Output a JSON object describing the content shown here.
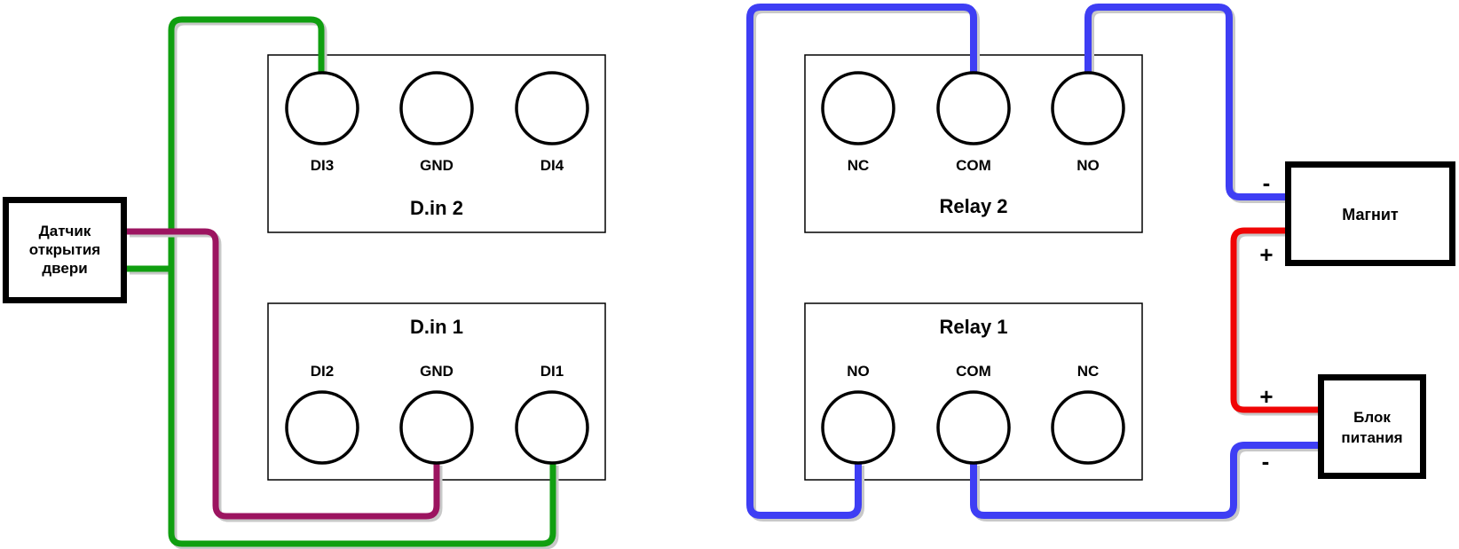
{
  "sensor": {
    "lines": [
      "Датчик",
      "открытия",
      "двери"
    ]
  },
  "modules": [
    {
      "title": "D.in 2",
      "terminals": [
        "DI3",
        "GND",
        "DI4"
      ]
    },
    {
      "title": "D.in 1",
      "terminals": [
        "DI2",
        "GND",
        "DI1"
      ]
    },
    {
      "title": "Relay 2",
      "terminals": [
        "NC",
        "COM",
        "NO"
      ]
    },
    {
      "title": "Relay 1",
      "terminals": [
        "NO",
        "COM",
        "NC"
      ]
    }
  ],
  "magnet": {
    "label": "Магнит",
    "minus": "-",
    "plus": "+"
  },
  "psu": {
    "lines": [
      "Блок",
      "питания"
    ],
    "plus": "+",
    "minus": "-"
  },
  "colors": {
    "green": "#109f10",
    "purple": "#9c1460",
    "blue": "#3e3ef4",
    "red": "#f00505",
    "title": "#66a695"
  }
}
